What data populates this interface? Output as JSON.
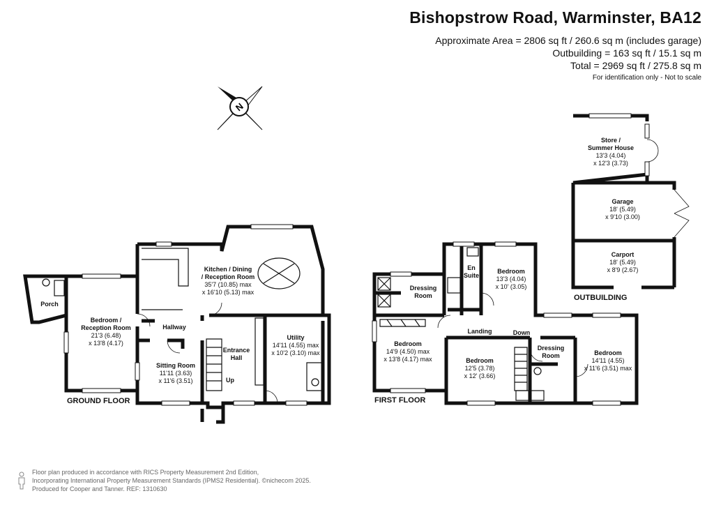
{
  "header": {
    "title": "Bishopstrow Road, Warminster, BA12",
    "area_main": "Approximate Area = 2806 sq ft / 260.6 sq m (includes garage)",
    "area_outbuilding": "Outbuilding = 163 sq ft / 15.1 sq m",
    "area_total": "Total = 2969 sq ft / 275.8 sq m",
    "note": "For identification only - Not to scale"
  },
  "compass": {
    "letter": "N"
  },
  "floors": {
    "ground": "GROUND FLOOR",
    "first": "FIRST FLOOR",
    "outbuilding": "OUTBUILDING"
  },
  "rooms": {
    "porch": {
      "name": "Porch"
    },
    "bedroom_reception": {
      "name": "Bedroom /",
      "name2": "Reception Room",
      "dim1": "21'3 (6.48)",
      "dim2": "x 13'8 (4.17)"
    },
    "kitchen": {
      "name": "Kitchen / Dining",
      "name2": "/ Reception Room",
      "dim1": "35'7 (10.85) max",
      "dim2": "x 16'10 (5.13) max"
    },
    "hallway": {
      "name": "Hallway"
    },
    "entrance": {
      "name": "Entrance",
      "name2": "Hall"
    },
    "sitting": {
      "name": "Sitting Room",
      "dim1": "11'11 (3.63)",
      "dim2": "x 11'6 (3.51)"
    },
    "utility": {
      "name": "Utility",
      "dim1": "14'11 (4.55) max",
      "dim2": "x 10'2 (3.10) max"
    },
    "up": "Up",
    "dressing1": {
      "name": "Dressing",
      "name2": "Room"
    },
    "ensuite": {
      "name": "En",
      "name2": "Suite"
    },
    "bedroom_f1": {
      "name": "Bedroom",
      "dim1": "13'3 (4.04)",
      "dim2": "x 10' (3.05)"
    },
    "bedroom_f2": {
      "name": "Bedroom",
      "dim1": "14'9 (4.50) max",
      "dim2": "x 13'8 (4.17) max"
    },
    "landing": {
      "name": "Landing"
    },
    "down": "Down",
    "bedroom_f3": {
      "name": "Bedroom",
      "dim1": "12'5 (3.78)",
      "dim2": "x 12' (3.66)"
    },
    "dressing2": {
      "name": "Dressing",
      "name2": "Room"
    },
    "bedroom_f4": {
      "name": "Bedroom",
      "dim1": "14'11 (4.55)",
      "dim2": "x 11'6 (3.51) max"
    },
    "store": {
      "name": "Store /",
      "name2": "Summer House",
      "dim1": "13'3 (4.04)",
      "dim2": "x 12'3 (3.73)"
    },
    "garage": {
      "name": "Garage",
      "dim1": "18' (5.49)",
      "dim2": "x 9'10 (3.00)"
    },
    "carport": {
      "name": "Carport",
      "dim1": "18' (5.49)",
      "dim2": "x 8'9 (2.67)"
    }
  },
  "footer": {
    "line1": "Floor plan produced in accordance with RICS Property Measurement 2nd Edition,",
    "line2": "Incorporating International Property Measurement Standards (IPMS2 Residential).  ©nichecom 2025.",
    "line3": "Produced for Cooper and Tanner.  REF: 1310630"
  }
}
